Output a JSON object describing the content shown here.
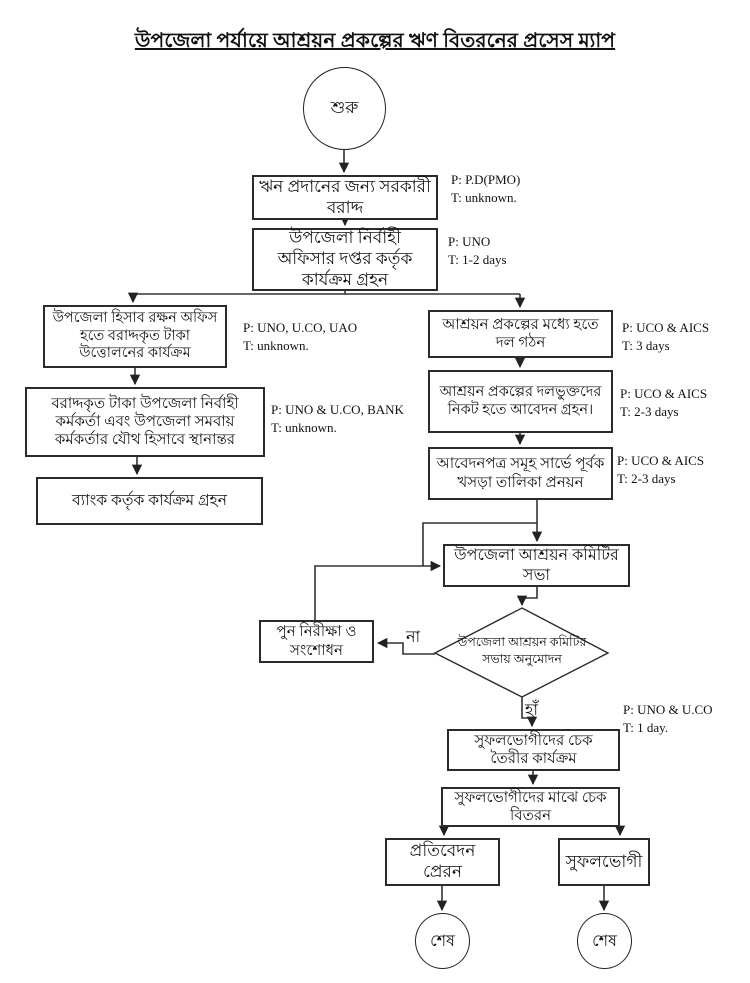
{
  "title": "উপজেলা পর্যায়ে আশ্রয়ন প্রকল্পের ঋণ বিতরনের প্রসেস ম্যাপ",
  "terminals": {
    "start": "শুরু",
    "end_report": "শেষ",
    "end_beneficiary": "শেষ"
  },
  "boxes": {
    "allocation": {
      "text": "ঋন প্রদানের জন্য সরকারী বরাদ্দ",
      "p": "P: P.D(PMO)",
      "t": "T: unknown."
    },
    "uno_office": {
      "text": "উপজেলা নির্বাহী অফিসার দপ্তর কর্তৃক কার্যক্রম গ্রহন",
      "p": "P: UNO",
      "t": "T: 1-2 days"
    },
    "withdraw": {
      "text": "উপজেলা হিসাব রক্ষন অফিস হতে বরাদ্দকৃত টাকা উত্তোলনের কার্যক্রম",
      "p": "P: UNO, U.CO, UAO",
      "t": "T: unknown."
    },
    "transfer": {
      "text": "বরাদ্দকৃত টাকা উপজেলা নির্বাহী কর্মকর্তা এবং উপজেলা সমবায় কর্মকর্তার যৌথ হিসাবে স্থানান্তর",
      "p": "P: UNO & U.CO, BANK",
      "t": "T: unknown."
    },
    "bank": {
      "text": "ব্যাংক কর্তৃক কার্যক্রম গ্রহন"
    },
    "group_form": {
      "text": "আশ্রয়ন প্রকল্পের মধ্যে হতে দল গঠন",
      "p": "P: UCO & AICS",
      "t": "T: 3 days"
    },
    "application": {
      "text": "আশ্রয়ন প্রকল্পের দলভুক্তদের নিকট হতে আবেদন গ্রহন।",
      "p": "P: UCO & AICS",
      "t": "T: 2-3 days"
    },
    "draft_list": {
      "text": "আবেদনপত্র সমূহ সার্ভে পূর্বক খসড়া তালিকা প্রনয়ন",
      "p": "P: UCO & AICS",
      "t": "T: 2-3 days"
    },
    "committee_meeting": {
      "text": "উপজেলা আশ্রয়ন কমিটির সভা"
    },
    "review": {
      "text": "পুন নিরীক্ষা ও সংশোধন"
    },
    "cheque_prep": {
      "text": "সুফলভোগীদের চেক তৈরীর কার্যক্রম",
      "p": "P: UNO & U.CO",
      "t": "T: 1 day."
    },
    "cheque_dist": {
      "text": "সুফলভোগীদের মাঝে চেক বিতরন"
    },
    "report": {
      "text": "প্রতিবেদন প্রেরন"
    },
    "beneficiary": {
      "text": "সুফলভোগী"
    }
  },
  "decision": {
    "text": "উপজেলা আশ্রয়ন কমিটির সভায় অনুমোদন",
    "no_label": "না",
    "yes_label": "হাঁ"
  },
  "colors": {
    "background": "#ffffff",
    "line": "#333333",
    "border": "#2b2b2b",
    "text": "#111111"
  }
}
